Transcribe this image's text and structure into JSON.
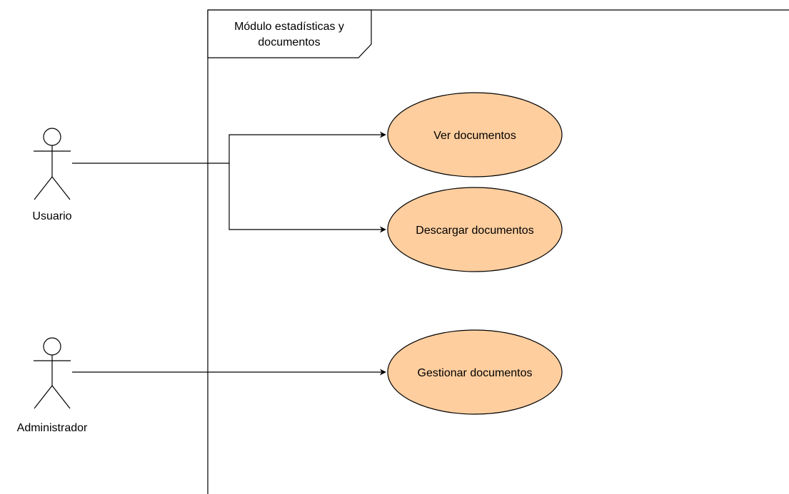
{
  "module": {
    "title_line1": "Módulo estadísticas y",
    "title_line2": "documentos"
  },
  "actors": {
    "user": {
      "label": "Usuario"
    },
    "admin": {
      "label": "Administrador"
    }
  },
  "use_cases": {
    "view": {
      "label": "Ver documentos"
    },
    "download": {
      "label": "Descargar documentos"
    },
    "manage": {
      "label": "Gestionar documentos"
    }
  },
  "colors": {
    "use_case_fill": "#FFCE9F",
    "stroke": "#000000"
  }
}
